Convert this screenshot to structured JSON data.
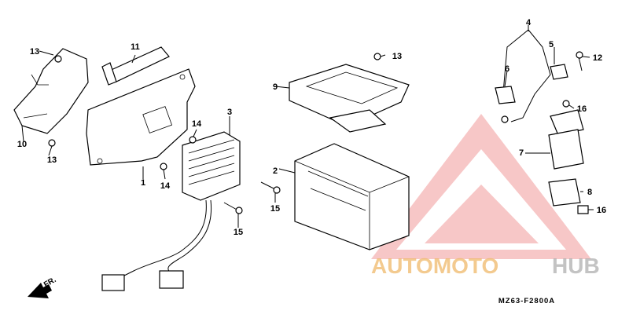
{
  "diagram": {
    "code": "MZ63-F2800A",
    "direction": "FR.",
    "labels": [
      "1",
      "2",
      "3",
      "4",
      "5",
      "6",
      "7",
      "8",
      "9",
      "10",
      "11",
      "12",
      "13",
      "13",
      "13",
      "14",
      "14",
      "15",
      "15",
      "16",
      "16"
    ]
  },
  "watermark": {
    "text": "AUTOMOTOHUB",
    "part1": "AUTOMOTO",
    "part2": "HUB",
    "color_primary": "#f5a0a0",
    "color_secondary": "#f0b96a"
  },
  "colors": {
    "line": "#000000",
    "background": "#ffffff"
  }
}
